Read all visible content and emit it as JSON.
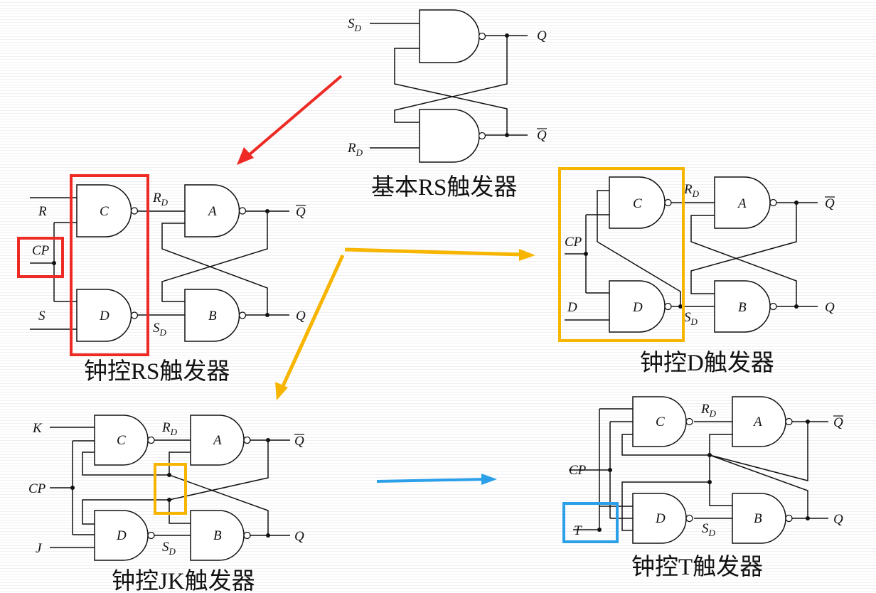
{
  "colors": {
    "red": "#ee2a24",
    "orange": "#f7b500",
    "blue": "#2b9fe8",
    "ink": "#111111"
  },
  "basic_rs": {
    "caption": "基本RS触发器",
    "in_top": "S",
    "in_top_sub": "D",
    "in_bottom": "R",
    "in_bottom_sub": "D",
    "out_top": "Q",
    "out_bottom": "Q"
  },
  "clocked_rs": {
    "caption": "钟控RS触发器",
    "in_r": "R",
    "in_s": "S",
    "in_cp": "CP",
    "gate_c": "C",
    "gate_d": "D",
    "gate_a": "A",
    "gate_b": "B",
    "rd": "R",
    "rd_sub": "D",
    "sd": "S",
    "sd_sub": "D",
    "out_top": "Q",
    "out_bottom": "Q"
  },
  "clocked_d": {
    "caption": "钟控D触发器",
    "in_cp": "CP",
    "in_d": "D",
    "gate_c": "C",
    "gate_d": "D",
    "gate_a": "A",
    "gate_b": "B",
    "rd": "R",
    "rd_sub": "D",
    "sd": "S",
    "sd_sub": "D",
    "out_top": "Q",
    "out_bottom": "Q"
  },
  "clocked_jk": {
    "caption": "钟控JK触发器",
    "in_k": "K",
    "in_cp": "CP",
    "in_j": "J",
    "gate_c": "C",
    "gate_d": "D",
    "gate_a": "A",
    "gate_b": "B",
    "rd": "R",
    "rd_sub": "D",
    "sd": "S",
    "sd_sub": "D",
    "out_top": "Q",
    "out_bottom": "Q"
  },
  "clocked_t": {
    "caption": "钟控T触发器",
    "in_cp": "CP",
    "in_t": "T",
    "gate_c": "C",
    "gate_d": "D",
    "gate_a": "A",
    "gate_b": "B",
    "rd": "R",
    "rd_sub": "D",
    "sd": "S",
    "sd_sub": "D",
    "out_top": "Q",
    "out_bottom": "Q"
  }
}
